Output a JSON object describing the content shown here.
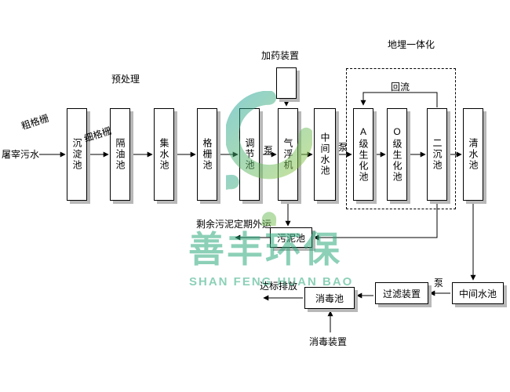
{
  "diagram": {
    "influent_label": "屠宰污水",
    "section_labels": {
      "pretreatment": "预处理",
      "dosing_device": "加药装置",
      "buried_integration": "地埋一体化",
      "reflux": "回流"
    },
    "flow_labels": {
      "coarse_screen": "粗格栅",
      "fine_screen": "细格栅",
      "pump": "泵",
      "excess_sludge": "剩余污泥定期外运",
      "discharge": "达标排放",
      "disinfection_device": "消毒装置"
    },
    "tanks": [
      {
        "label": "沉淀池"
      },
      {
        "label": "隔油池"
      },
      {
        "label": "集水池"
      },
      {
        "label": "格栅池"
      },
      {
        "label": "调节池"
      },
      {
        "label": "气浮机"
      },
      {
        "label": "中间水池"
      },
      {
        "label": "A级生化池"
      },
      {
        "label": "O级生化池"
      },
      {
        "label": "二沉池"
      },
      {
        "label": "清水池"
      }
    ],
    "bottom_boxes": {
      "sludge_tank": "污泥池",
      "disinfection_tank": "消毒池",
      "filter_device": "过滤装置",
      "intermediate_tank": "中间水池"
    },
    "colors": {
      "line": "#000000",
      "box_shadow": "#b8b8b8"
    }
  },
  "watermark": {
    "brand_cn": "善丰环保",
    "brand_en": "SHAN FENG HUAN BAO",
    "color": "#2faa7e",
    "logo_gradient": [
      "#1ba39c",
      "#8dc63f"
    ]
  }
}
